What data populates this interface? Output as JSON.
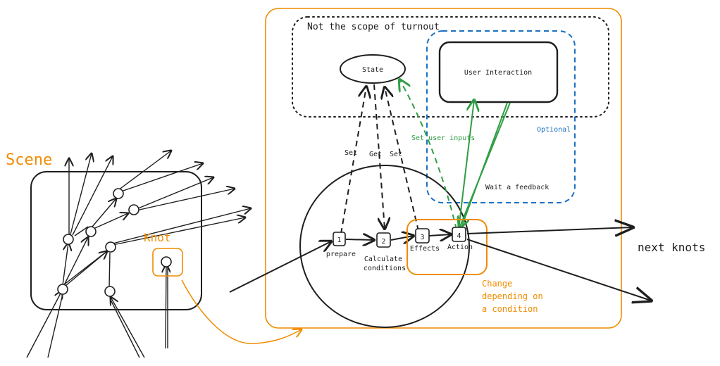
{
  "colors": {
    "ink": "#1e1e1e",
    "orange": "#f08c00",
    "blue": "#1971c2",
    "green": "#2f9e44",
    "background": "#ffffff"
  },
  "labels": {
    "scene": "Scene",
    "knot": "Knot",
    "scope_note": "Not the scope of turnout",
    "state": "State",
    "user_interaction": "User Interaction",
    "optional": "Optional",
    "set_user_inputs": "Set user inputs",
    "wait_feedback": "Wait a feedback",
    "set_1": "Set",
    "get": "Get",
    "set_2": "Set",
    "next_knots": "next knots",
    "change_line1": "Change",
    "change_line2": "depending on",
    "change_line3": "a condition"
  },
  "steps": [
    {
      "number": "1",
      "label_lines": [
        "prepare"
      ]
    },
    {
      "number": "2",
      "label_lines": [
        "Calculate",
        "conditions"
      ]
    },
    {
      "number": "3",
      "label_lines": [
        "Effects"
      ]
    },
    {
      "number": "4",
      "label_lines": [
        "Action"
      ]
    }
  ]
}
